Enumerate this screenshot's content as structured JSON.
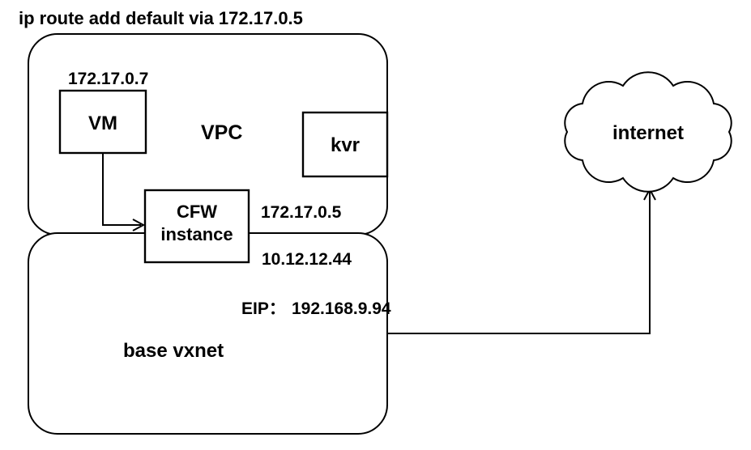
{
  "title": "ip route add default via 172.17.0.5",
  "colors": {
    "line": "#000000",
    "text": "#000000",
    "background": "#ffffff"
  },
  "nodes": {
    "vpc": {
      "label": "VPC"
    },
    "vm": {
      "label": "VM",
      "ip": "172.17.0.7"
    },
    "kvr": {
      "label": "kvr"
    },
    "cfw": {
      "label_line1": "CFW",
      "label_line2": "instance"
    },
    "base_vxnet": {
      "label": "base vxnet"
    },
    "internet": {
      "label": "internet"
    }
  },
  "annotations": {
    "cfw_vpc_ip": "172.17.0.5",
    "cfw_vxnet_ip": "10.12.12.44",
    "eip_label": "EIP：",
    "eip_value": "192.168.9.94"
  },
  "icons": {
    "cloud": "internet-cloud",
    "arrows": [
      "vm-to-cfw-arrow",
      "vxnet-to-internet-arrow"
    ]
  }
}
